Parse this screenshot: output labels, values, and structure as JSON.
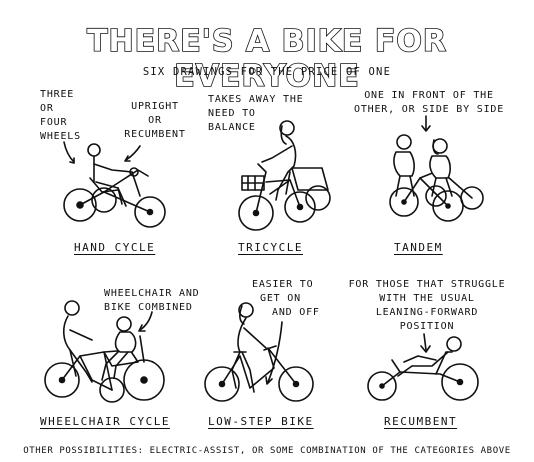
{
  "title": "THERE'S A BIKE FOR EVERYONE",
  "subtitle": "SIX DRAWINGS FOR THE PRICE OF ONE",
  "panels": {
    "hand_cycle": {
      "label": "HAND CYCLE",
      "note_wheels": [
        "THREE",
        "OR",
        "FOUR",
        "WHEELS"
      ],
      "note_position": [
        "UPRIGHT",
        "OR",
        "RECUMBENT"
      ]
    },
    "tricycle": {
      "label": "TRICYCLE",
      "note": [
        "TAKES AWAY THE",
        "NEED TO",
        "BALANCE"
      ]
    },
    "tandem": {
      "label": "TANDEM",
      "note": [
        "ONE IN FRONT OF THE",
        "OTHER, OR SIDE BY SIDE"
      ]
    },
    "wheelchair_cycle": {
      "label": "WHEELCHAIR CYCLE",
      "note": [
        "WHEELCHAIR AND",
        "BIKE COMBINED"
      ]
    },
    "low_step": {
      "label": "LOW-STEP BIKE",
      "note": [
        "EASIER TO",
        "GET ON",
        "AND OFF"
      ]
    },
    "recumbent": {
      "label": "RECUMBENT",
      "note": [
        "FOR THOSE THAT STRUGGLE",
        "WITH THE USUAL",
        "LEANING-FORWARD",
        "POSITION"
      ]
    }
  },
  "footer": "OTHER POSSIBILITIES: ELECTRIC-ASSIST, OR SOME COMBINATION OF THE CATEGORIES ABOVE"
}
